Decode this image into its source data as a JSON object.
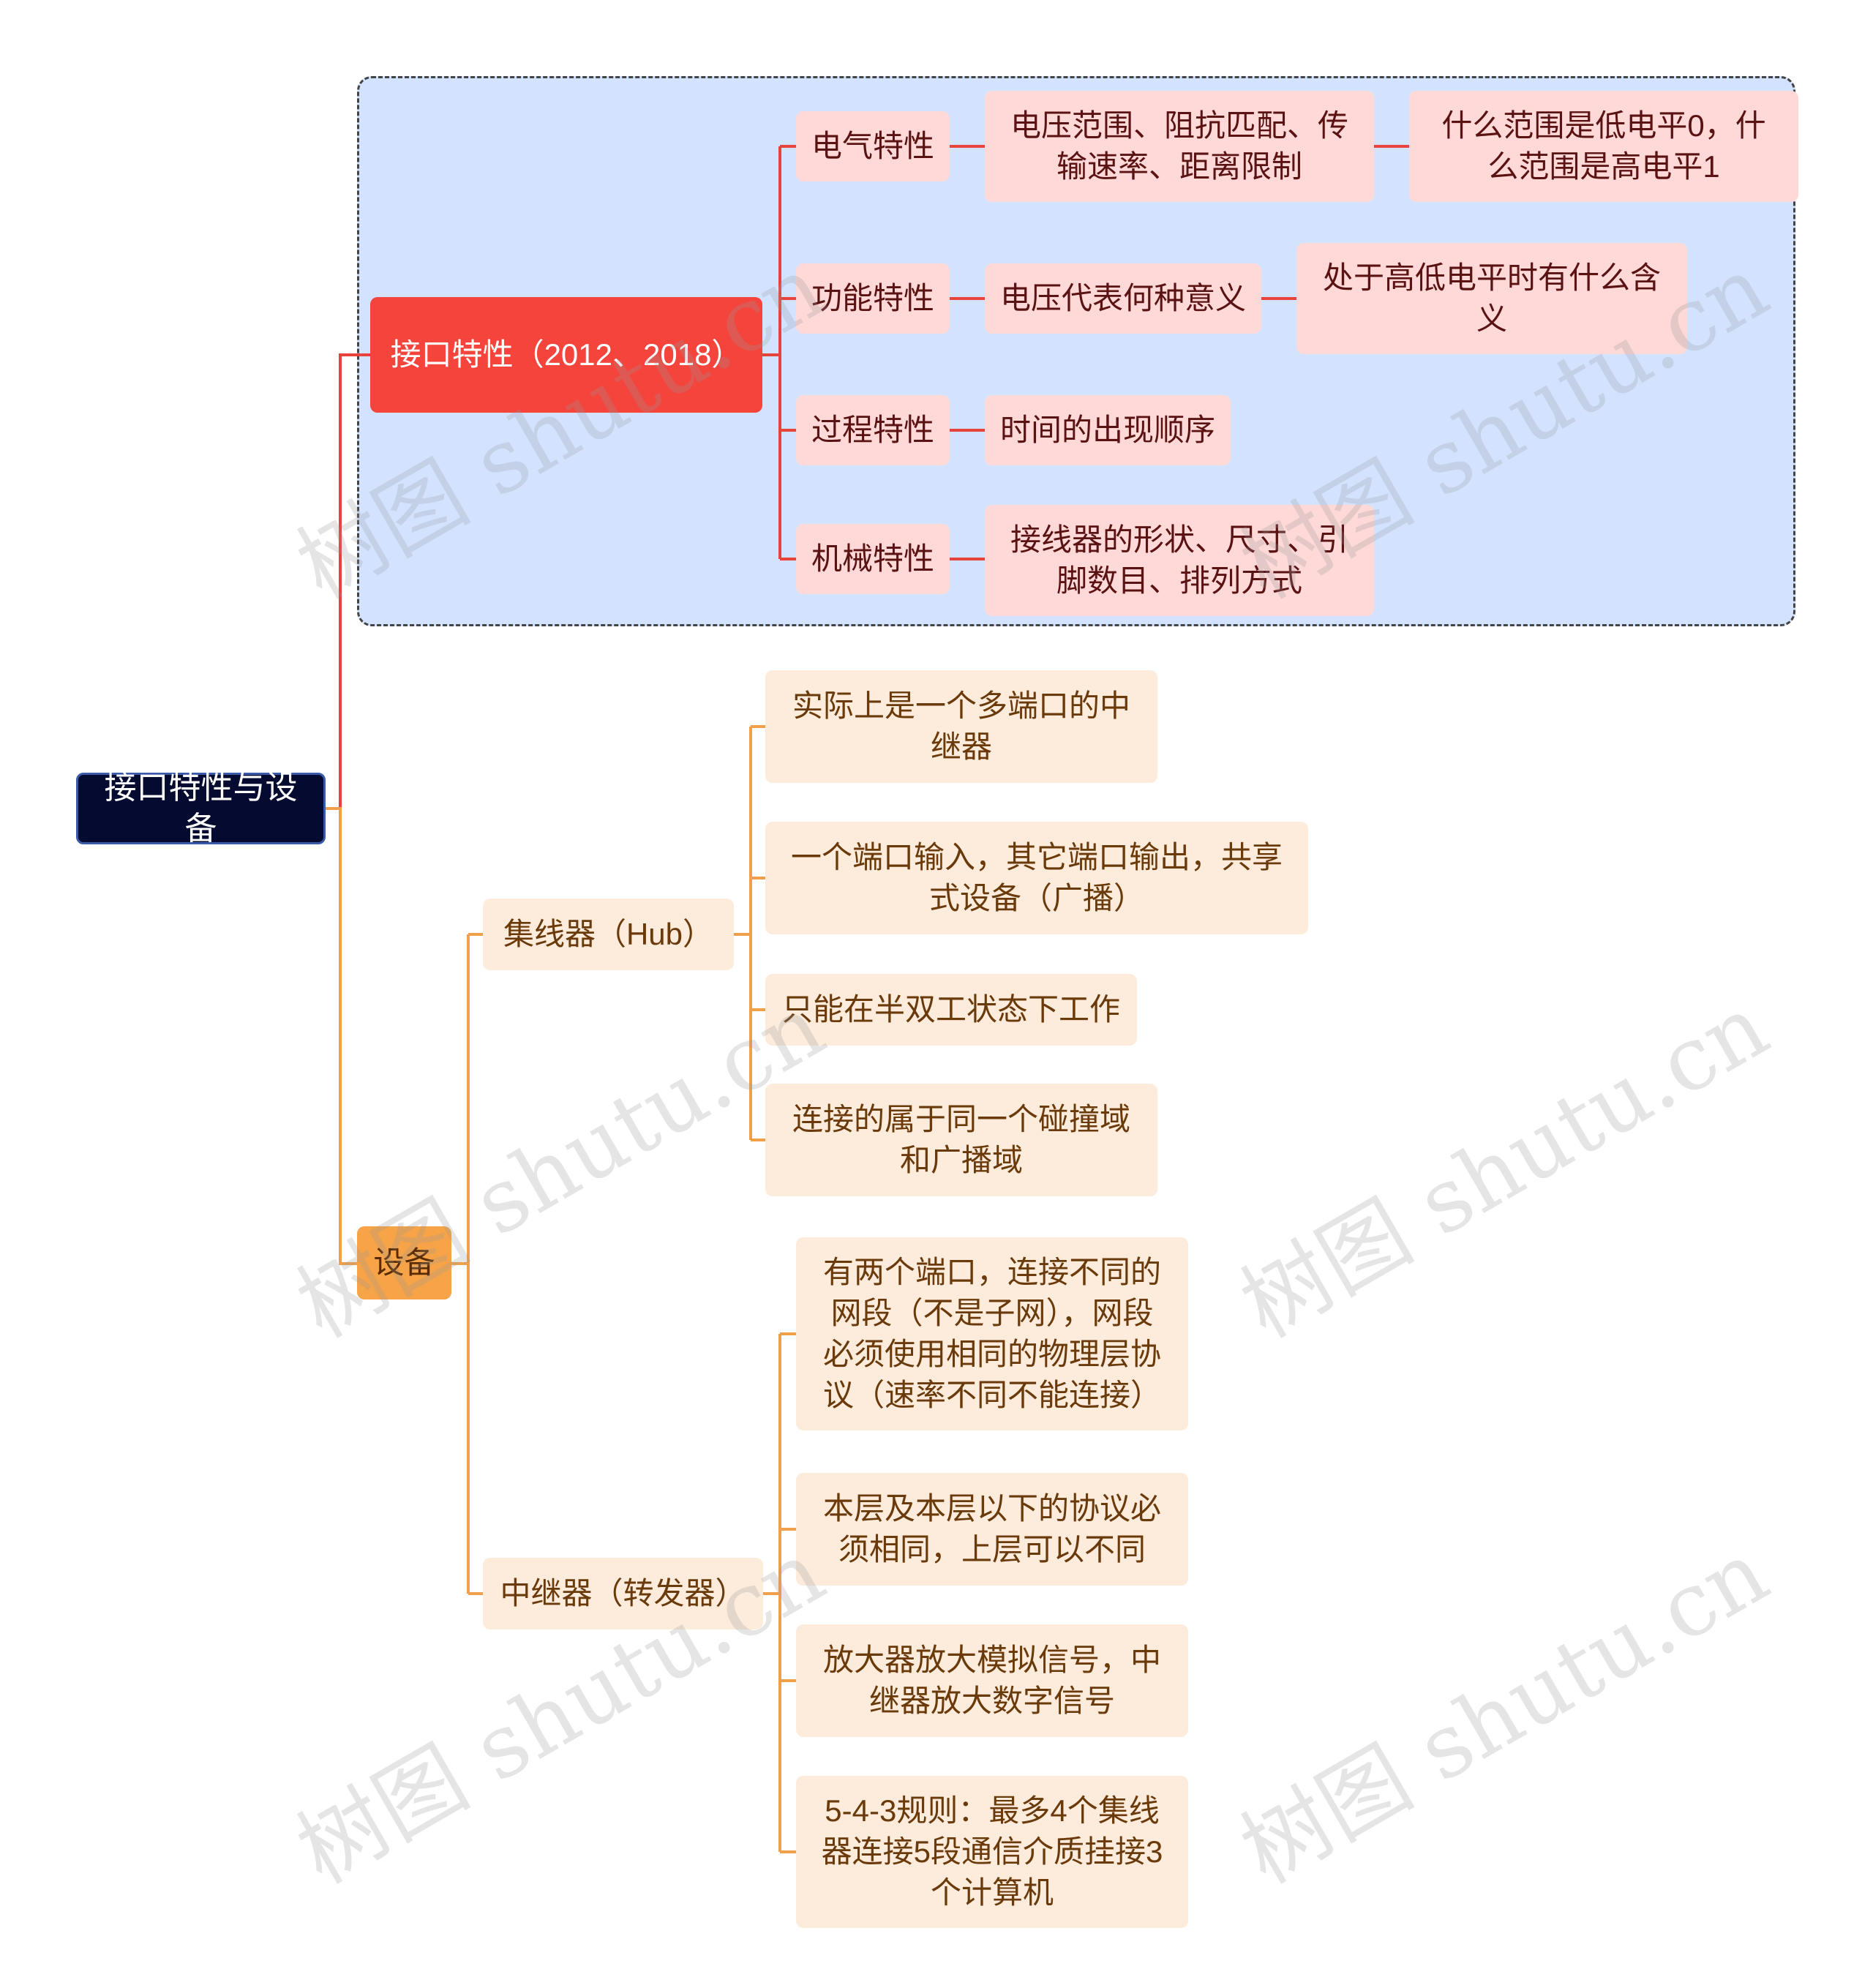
{
  "root": "接口特性与设备",
  "interface": {
    "label": "接口特性（2012、2018）",
    "electrical": {
      "label": "电气特性",
      "detail": "电压范围、阻抗匹配、传输速率、距离限制",
      "extra": "什么范围是低电平0，什么范围是高电平1"
    },
    "functional": {
      "label": "功能特性",
      "detail": "电压代表何种意义",
      "extra": "处于高低电平时有什么含义"
    },
    "procedural": {
      "label": "过程特性",
      "detail": "时间的出现顺序"
    },
    "mechanical": {
      "label": "机械特性",
      "detail": "接线器的形状、尺寸、引脚数目、排列方式"
    }
  },
  "devices": {
    "label": "设备",
    "hub": {
      "label": "集线器（Hub）",
      "items": [
        "实际上是一个多端口的中继器",
        "一个端口输入，其它端口输出，共享式设备（广播）",
        "只能在半双工状态下工作",
        "连接的属于同一个碰撞域和广播域"
      ]
    },
    "repeater": {
      "label": "中继器（转发器）",
      "items": [
        "有两个端口，连接不同的网段（不是子网），网段必须使用相同的物理层协议（速率不同不能连接）",
        "本层及本层以下的协议必须相同，上层可以不同",
        "放大器放大模拟信号，中继器放大数字信号",
        "5-4-3规则：最多4个集线器连接5段通信介质挂接3个计算机"
      ]
    }
  },
  "watermark": "树图 shutu.cn",
  "colors": {
    "root": "#050a30",
    "red": "#f5443c",
    "orange": "#f7a348",
    "pink": "#fed9d8",
    "peach": "#fdebdc",
    "group": "#d3e3ff"
  }
}
